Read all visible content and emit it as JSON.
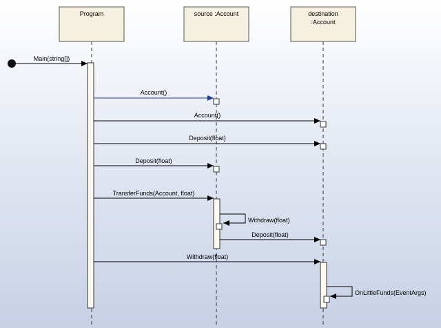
{
  "diagram": {
    "lifelines": [
      {
        "id": "program",
        "lines": [
          "Program"
        ]
      },
      {
        "id": "source",
        "lines": [
          "source :Account"
        ]
      },
      {
        "id": "destination",
        "lines": [
          "destination",
          ":Account"
        ]
      }
    ],
    "messages": [
      {
        "label": "Main(string[])",
        "from": "initial",
        "to": "program"
      },
      {
        "label": "Account()",
        "from": "program",
        "to": "source"
      },
      {
        "label": "Account()",
        "from": "program",
        "to": "destination"
      },
      {
        "label": "Deposit(float)",
        "from": "program",
        "to": "destination"
      },
      {
        "label": "Deposit(float)",
        "from": "program",
        "to": "source"
      },
      {
        "label": "TransferFunds(Account, float)",
        "from": "program",
        "to": "source"
      },
      {
        "label": "Withdraw(float)",
        "from": "source",
        "to": "source",
        "self": true
      },
      {
        "label": "Deposit(float)",
        "from": "source",
        "to": "destination"
      },
      {
        "label": "Withdraw(float)",
        "from": "program",
        "to": "destination"
      },
      {
        "label": "OnLittleFunds(EventArgs)",
        "from": "destination",
        "to": "destination",
        "self": true
      }
    ]
  }
}
